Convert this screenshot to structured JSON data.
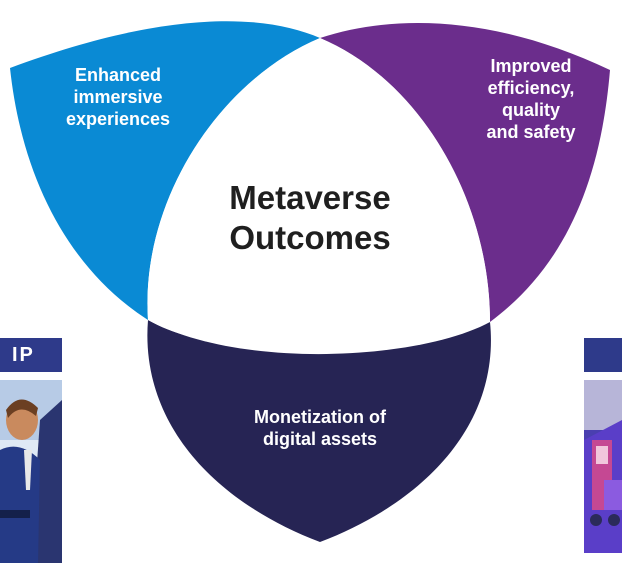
{
  "diagram": {
    "center_title_line1": "Metaverse",
    "center_title_line2": "Outcomes",
    "petal_top_left": {
      "line1": "Enhanced",
      "line2": "immersive",
      "line3": "experiences"
    },
    "petal_top_right": {
      "line1": "Improved",
      "line2": "efficiency,",
      "line3": "quality",
      "line4": "and safety"
    },
    "petal_bottom": {
      "line1": "Monetization of",
      "line2": "digital assets"
    }
  },
  "side_tabs": {
    "left_label": "IP"
  },
  "colors": {
    "blue_petal": "#0a8ad4",
    "purple_petal": "#6b2d8c",
    "navy_petal": "#262454",
    "center": "#ffffff",
    "tab": "#2e3a8a"
  }
}
